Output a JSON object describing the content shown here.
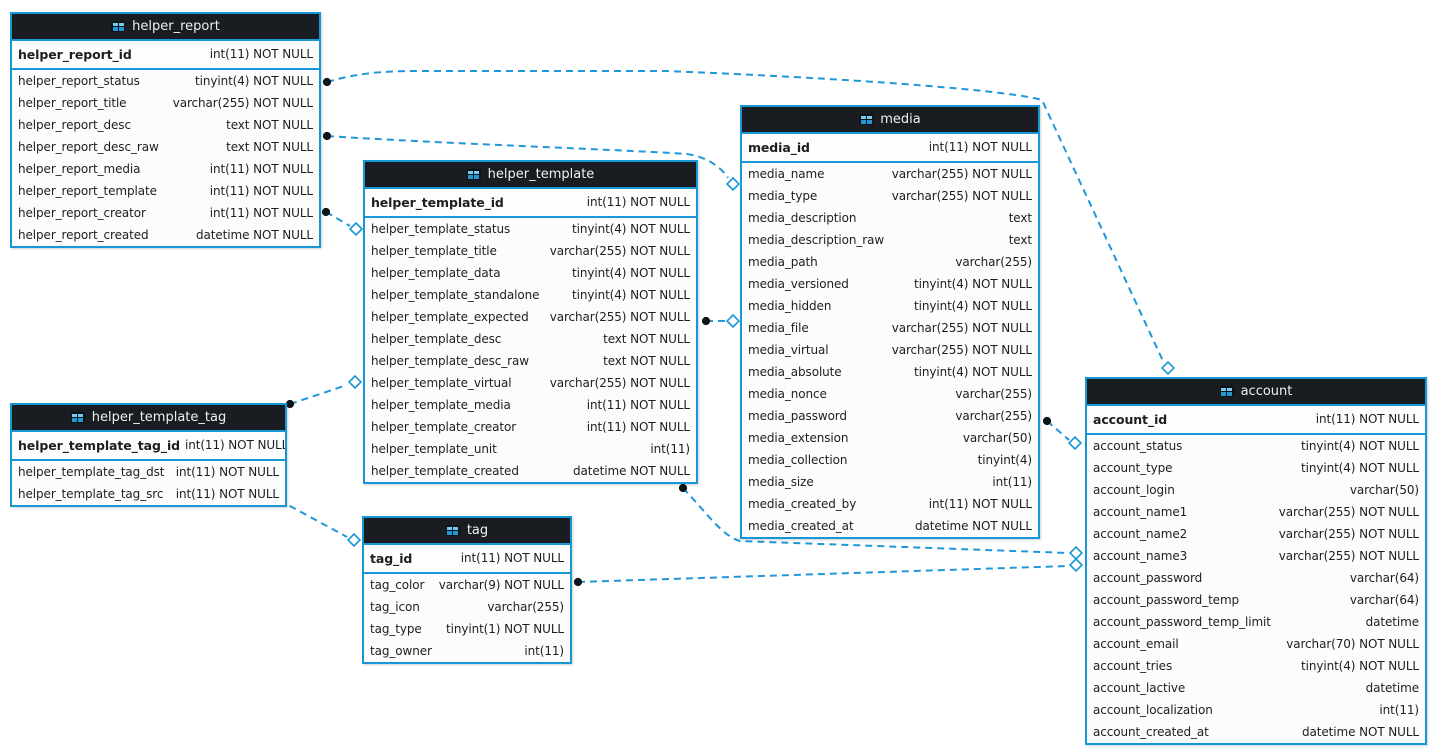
{
  "diagram": {
    "kind": "database-er-diagram",
    "accent_color": "#1797d6",
    "header_bg_color": "#191c20",
    "line_color": "#2196d9",
    "table_icon": "table-grid-icon",
    "tables": [
      {
        "name": "helper_report",
        "primary_key": {
          "field": "helper_report_id",
          "type": "int(11) NOT NULL"
        },
        "columns": [
          {
            "field": "helper_report_status",
            "type": "tinyint(4) NOT NULL"
          },
          {
            "field": "helper_report_title",
            "type": "varchar(255) NOT NULL"
          },
          {
            "field": "helper_report_desc",
            "type": "text NOT NULL"
          },
          {
            "field": "helper_report_desc_raw",
            "type": "text NOT NULL"
          },
          {
            "field": "helper_report_media",
            "type": "int(11) NOT NULL"
          },
          {
            "field": "helper_report_template",
            "type": "int(11) NOT NULL"
          },
          {
            "field": "helper_report_creator",
            "type": "int(11) NOT NULL"
          },
          {
            "field": "helper_report_created",
            "type": "datetime NOT NULL"
          }
        ]
      },
      {
        "name": "helper_template",
        "primary_key": {
          "field": "helper_template_id",
          "type": "int(11) NOT NULL"
        },
        "columns": [
          {
            "field": "helper_template_status",
            "type": "tinyint(4) NOT NULL"
          },
          {
            "field": "helper_template_title",
            "type": "varchar(255) NOT NULL"
          },
          {
            "field": "helper_template_data",
            "type": "tinyint(4) NOT NULL"
          },
          {
            "field": "helper_template_standalone",
            "type": "tinyint(4) NOT NULL"
          },
          {
            "field": "helper_template_expected",
            "type": "varchar(255) NOT NULL"
          },
          {
            "field": "helper_template_desc",
            "type": "text NOT NULL"
          },
          {
            "field": "helper_template_desc_raw",
            "type": "text NOT NULL"
          },
          {
            "field": "helper_template_virtual",
            "type": "varchar(255) NOT NULL"
          },
          {
            "field": "helper_template_media",
            "type": "int(11) NOT NULL"
          },
          {
            "field": "helper_template_creator",
            "type": "int(11) NOT NULL"
          },
          {
            "field": "helper_template_unit",
            "type": "int(11)"
          },
          {
            "field": "helper_template_created",
            "type": "datetime NOT NULL"
          }
        ]
      },
      {
        "name": "media",
        "primary_key": {
          "field": "media_id",
          "type": "int(11) NOT NULL"
        },
        "columns": [
          {
            "field": "media_name",
            "type": "varchar(255) NOT NULL"
          },
          {
            "field": "media_type",
            "type": "varchar(255) NOT NULL"
          },
          {
            "field": "media_description",
            "type": "text"
          },
          {
            "field": "media_description_raw",
            "type": "text"
          },
          {
            "field": "media_path",
            "type": "varchar(255)"
          },
          {
            "field": "media_versioned",
            "type": "tinyint(4) NOT NULL"
          },
          {
            "field": "media_hidden",
            "type": "tinyint(4) NOT NULL"
          },
          {
            "field": "media_file",
            "type": "varchar(255) NOT NULL"
          },
          {
            "field": "media_virtual",
            "type": "varchar(255) NOT NULL"
          },
          {
            "field": "media_absolute",
            "type": "tinyint(4) NOT NULL"
          },
          {
            "field": "media_nonce",
            "type": "varchar(255)"
          },
          {
            "field": "media_password",
            "type": "varchar(255)"
          },
          {
            "field": "media_extension",
            "type": "varchar(50)"
          },
          {
            "field": "media_collection",
            "type": "tinyint(4)"
          },
          {
            "field": "media_size",
            "type": "int(11)"
          },
          {
            "field": "media_created_by",
            "type": "int(11) NOT NULL"
          },
          {
            "field": "media_created_at",
            "type": "datetime NOT NULL"
          }
        ]
      },
      {
        "name": "account",
        "primary_key": {
          "field": "account_id",
          "type": "int(11) NOT NULL"
        },
        "columns": [
          {
            "field": "account_status",
            "type": "tinyint(4) NOT NULL"
          },
          {
            "field": "account_type",
            "type": "tinyint(4) NOT NULL"
          },
          {
            "field": "account_login",
            "type": "varchar(50)"
          },
          {
            "field": "account_name1",
            "type": "varchar(255) NOT NULL"
          },
          {
            "field": "account_name2",
            "type": "varchar(255) NOT NULL"
          },
          {
            "field": "account_name3",
            "type": "varchar(255) NOT NULL"
          },
          {
            "field": "account_password",
            "type": "varchar(64)"
          },
          {
            "field": "account_password_temp",
            "type": "varchar(64)"
          },
          {
            "field": "account_password_temp_limit",
            "type": "datetime"
          },
          {
            "field": "account_email",
            "type": "varchar(70) NOT NULL"
          },
          {
            "field": "account_tries",
            "type": "tinyint(4) NOT NULL"
          },
          {
            "field": "account_lactive",
            "type": "datetime"
          },
          {
            "field": "account_localization",
            "type": "int(11)"
          },
          {
            "field": "account_created_at",
            "type": "datetime NOT NULL"
          }
        ]
      },
      {
        "name": "helper_template_tag",
        "primary_key": {
          "field": "helper_template_tag_id",
          "type": "int(11) NOT NULL"
        },
        "columns": [
          {
            "field": "helper_template_tag_dst",
            "type": "int(11) NOT NULL"
          },
          {
            "field": "helper_template_tag_src",
            "type": "int(11) NOT NULL"
          }
        ]
      },
      {
        "name": "tag",
        "primary_key": {
          "field": "tag_id",
          "type": "int(11) NOT NULL"
        },
        "columns": [
          {
            "field": "tag_color",
            "type": "varchar(9) NOT NULL"
          },
          {
            "field": "tag_icon",
            "type": "varchar(255)"
          },
          {
            "field": "tag_type",
            "type": "tinyint(1) NOT NULL"
          },
          {
            "field": "tag_owner",
            "type": "int(11)"
          }
        ]
      }
    ],
    "relationships": [
      {
        "from": "helper_report",
        "to": "account",
        "style": "dashed"
      },
      {
        "from": "helper_report",
        "to": "media",
        "style": "dashed"
      },
      {
        "from": "helper_report",
        "to": "helper_template",
        "style": "dashed"
      },
      {
        "from": "helper_template_tag",
        "to": "helper_template",
        "style": "dashed"
      },
      {
        "from": "helper_template_tag",
        "to": "tag",
        "style": "dashed"
      },
      {
        "from": "helper_template",
        "to": "media",
        "style": "dashed"
      },
      {
        "from": "helper_template",
        "to": "account",
        "style": "dashed"
      },
      {
        "from": "tag",
        "to": "account",
        "style": "dashed"
      },
      {
        "from": "media",
        "to": "account",
        "style": "dashed"
      }
    ]
  }
}
